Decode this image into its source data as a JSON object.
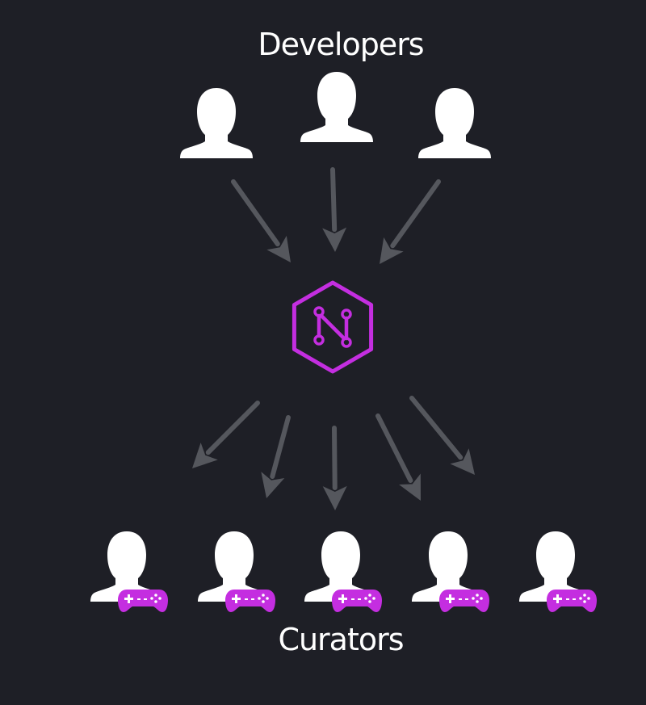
{
  "diagram": {
    "top_group": {
      "label": "Developers",
      "count": 3
    },
    "bottom_group": {
      "label": "Curators",
      "count": 5
    },
    "hub": {
      "icon": "hexagon-n-logo-icon"
    },
    "colors": {
      "background": "#1e1f26",
      "person": "#ffffff",
      "arrow": "#55575d",
      "accent": "#c42ee0"
    },
    "icons": {
      "developer": "person-silhouette-icon",
      "curator": "person-with-gamepad-icon",
      "arrow": "arrow-icon"
    }
  }
}
